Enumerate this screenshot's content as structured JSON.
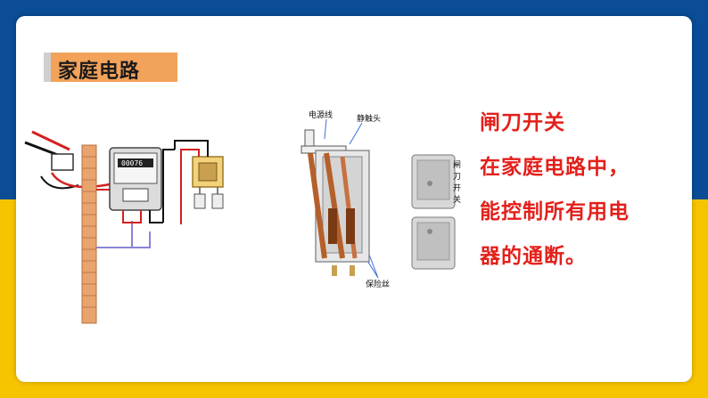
{
  "header": {
    "section_title": "家庭电路"
  },
  "text_block": {
    "line1": "闸刀开关",
    "line2": "在家庭电路中，",
    "line3": "能控制所有用电",
    "line4": "器的通断。"
  },
  "diagram_labels": {
    "power_line": "电源线",
    "static_contact": "静触头",
    "fuse": "保险丝",
    "knife_switch_vertical": "闸刀开关"
  },
  "meter": {
    "reading": "00076"
  },
  "colors": {
    "accent_red": "#e3201b",
    "tag_orange": "#f3a25a",
    "bg_blue": "#0a4c96",
    "bg_yellow": "#f7c400"
  }
}
